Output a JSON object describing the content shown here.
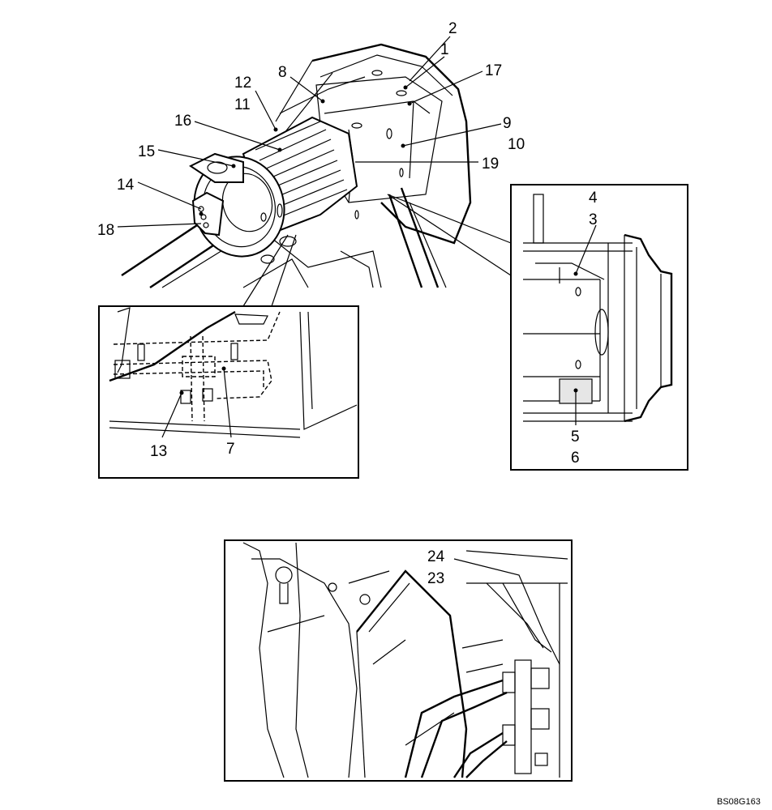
{
  "drawing_code": "BS08G163",
  "callouts": {
    "main": [
      "1",
      "2",
      "8",
      "9",
      "10",
      "11",
      "12",
      "14",
      "15",
      "16",
      "17",
      "18",
      "19"
    ],
    "inset_left": [
      "7",
      "13"
    ],
    "inset_right": [
      "3",
      "4",
      "5",
      "6"
    ],
    "photo": [
      "23",
      "24"
    ]
  },
  "labels": {
    "n1": "1",
    "n2": "2",
    "n3": "3",
    "n4": "4",
    "n5": "5",
    "n6": "6",
    "n7": "7",
    "n8": "8",
    "n9": "9",
    "n10": "10",
    "n11": "11",
    "n12": "12",
    "n13": "13",
    "n14": "14",
    "n15": "15",
    "n16": "16",
    "n17": "17",
    "n18": "18",
    "n19": "19",
    "n23": "23",
    "n24": "24"
  }
}
